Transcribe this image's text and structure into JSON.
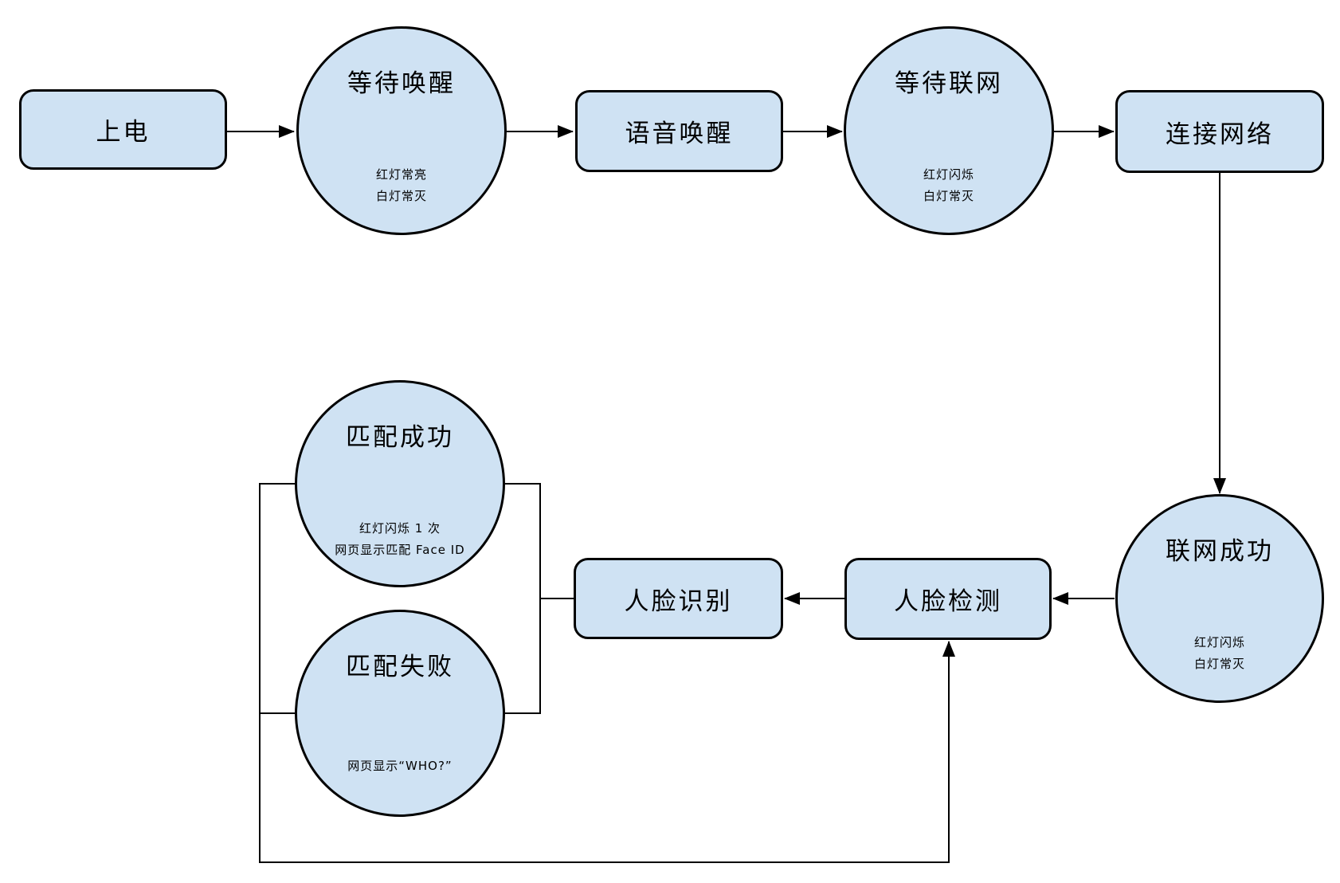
{
  "diagram": {
    "background_color": "#ffffff",
    "node_fill_color": "#cfe2f3",
    "node_stroke_color": "#000000",
    "nodes": {
      "power_on": {
        "label": "上电"
      },
      "wait_wake": {
        "title": "等待唤醒",
        "sub1": "红灯常亮",
        "sub2": "白灯常灭"
      },
      "voice_wake": {
        "label": "语音唤醒"
      },
      "wait_network": {
        "title": "等待联网",
        "sub1": "红灯闪烁",
        "sub2": "白灯常灭"
      },
      "connect_network": {
        "label": "连接网络"
      },
      "network_ok": {
        "title": "联网成功",
        "sub1": "红灯闪烁",
        "sub2": "白灯常灭"
      },
      "face_detect": {
        "label": "人脸检测"
      },
      "face_recognize": {
        "label": "人脸识别"
      },
      "match_success": {
        "title": "匹配成功",
        "sub1": "红灯闪烁 1 次",
        "sub2": "网页显示匹配 Face ID"
      },
      "match_fail": {
        "title": "匹配失败",
        "sub1": "网页显示“WHO?”"
      }
    },
    "edges": [
      {
        "from": "power_on",
        "to": "wait_wake",
        "arrow": true
      },
      {
        "from": "wait_wake",
        "to": "voice_wake",
        "arrow": true
      },
      {
        "from": "voice_wake",
        "to": "wait_network",
        "arrow": true
      },
      {
        "from": "wait_network",
        "to": "connect_network",
        "arrow": true
      },
      {
        "from": "connect_network",
        "to": "network_ok",
        "arrow": true
      },
      {
        "from": "network_ok",
        "to": "face_detect",
        "arrow": true
      },
      {
        "from": "face_detect",
        "to": "face_recognize",
        "arrow": true
      },
      {
        "from": "face_recognize",
        "to": "match_success",
        "arrow": false
      },
      {
        "from": "face_recognize",
        "to": "match_fail",
        "arrow": false
      },
      {
        "from": "match_success",
        "to": "face_detect",
        "arrow": true
      },
      {
        "from": "match_fail",
        "to": "face_detect",
        "arrow": true
      }
    ]
  }
}
